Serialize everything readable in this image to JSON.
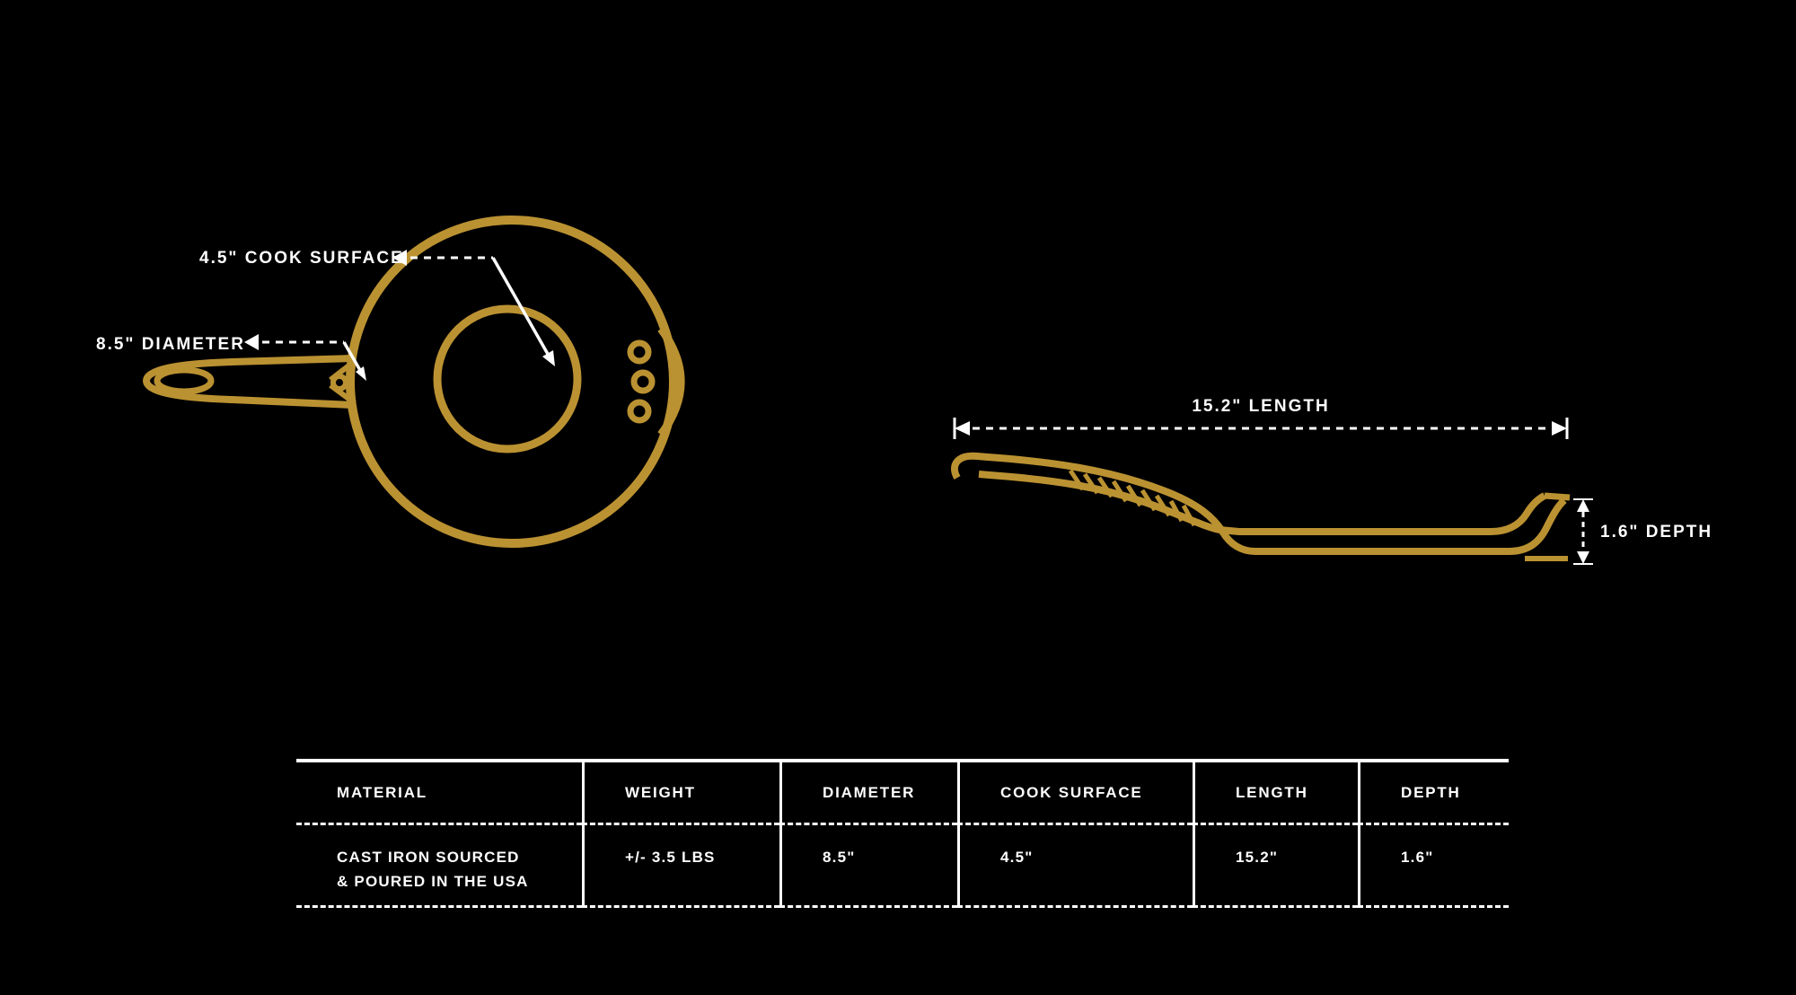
{
  "colors": {
    "background": "#000000",
    "gold": "#BB9232",
    "white": "#FFFFFF"
  },
  "top_view": {
    "cook_surface_label": "4.5\" COOK SURFACE",
    "diameter_label": "8.5\" DIAMETER"
  },
  "side_view": {
    "length_label": "15.2\" LENGTH",
    "depth_label": "1.6\" DEPTH"
  },
  "table": {
    "columns": [
      {
        "header": "MATERIAL",
        "value": "CAST IRON SOURCED\n& POURED IN THE USA"
      },
      {
        "header": "WEIGHT",
        "value": "+/- 3.5 LBS"
      },
      {
        "header": "DIAMETER",
        "value": "8.5\""
      },
      {
        "header": "COOK SURFACE",
        "value": "4.5\""
      },
      {
        "header": "LENGTH",
        "value": "15.2\""
      },
      {
        "header": "DEPTH",
        "value": "1.6\""
      }
    ]
  }
}
